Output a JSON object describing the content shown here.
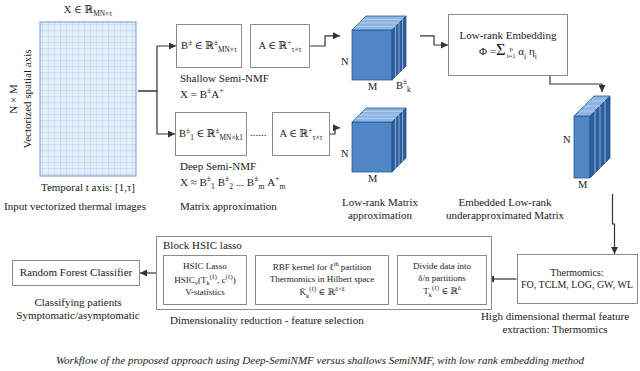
{
  "diagram": {
    "caption": "Workflow of the proposed approach using Deep-SemiNMF versus shallows SemiNMF, with low rank embedding method",
    "nodes": [
      {
        "text": [
          "X ∈ ℝ",
          "MN×τ"
        ]
      },
      {
        "text": [
          "B",
          "±",
          "∈ ℝ",
          "±",
          "MN×τ"
        ]
      },
      {
        "text": [
          "A ∈ ℝ",
          "+",
          "τ×τ"
        ]
      },
      {
        "text": [
          "B",
          "±",
          "1",
          "∈ ℝ",
          "±",
          "MN×k1"
        ]
      },
      {
        "text": [
          "A ∈ ℝ",
          "+",
          "τ×τ"
        ]
      },
      {
        "text": [
          "N",
          "M",
          "B",
          "±",
          "k"
        ]
      },
      {
        "text": [
          "N",
          "M"
        ]
      },
      {
        "text": [
          "Low-rank Embedding",
          "Φ =",
          "Σ",
          "p",
          "i=1",
          "α",
          "i",
          "η",
          "i"
        ]
      },
      {
        "text": [
          "N",
          "M"
        ]
      },
      {
        "text": [
          "Random Forest Classifier"
        ]
      },
      {
        "text": [
          "Block HSIC lasso"
        ]
      },
      {
        "text": [
          "HSIC Lasso",
          "HSIC",
          "v",
          "(T",
          "k",
          "(ℓ)",
          ", c",
          "(ℓ)",
          ")",
          "V-statistics"
        ],
        "in": 10
      },
      {
        "text": [
          "RBF kernel for ℓ",
          "th",
          "partition",
          "Thermomics in Hilbert space",
          "K̄",
          "k",
          "(ℓ)",
          "∈ ℝ",
          "δ×δ"
        ],
        "in": 10
      },
      {
        "text": [
          "Divide data into",
          "δ/n partitions",
          "T",
          "k",
          "(ℓ)",
          "∈ ℝ",
          "δ"
        ],
        "in": 10
      },
      {
        "text": [
          "Thermomics:",
          "FO, TCLM, LOG, GW, WL"
        ]
      }
    ],
    "edges": [
      {
        "from": 0,
        "to": 1,
        "arrow": "to"
      },
      {
        "from": 0,
        "to": 3,
        "arrow": "to"
      },
      {
        "from": 2,
        "to": 5,
        "arrow": "to"
      },
      {
        "from": 4,
        "to": 6,
        "arrow": "to"
      },
      {
        "from": 5,
        "to": 7,
        "arrow": "to"
      },
      {
        "from": 7,
        "to": 8,
        "arrow": "to"
      },
      {
        "from": 8,
        "to": 14,
        "arrow": "to"
      },
      {
        "from": 14,
        "to": 13,
        "arrow": "to"
      },
      {
        "from": 13,
        "to": 12,
        "arrow": "to"
      },
      {
        "from": 12,
        "to": 11,
        "arrow": "to"
      },
      {
        "from": 10,
        "to": 9,
        "arrow": "to"
      }
    ],
    "labels": [
      "N × M",
      "Vectorized spatial axis",
      "Temporal t axis: [1,τ]",
      "Input vectorized thermal images",
      "Shallow Semi-NMF",
      "X = B",
      "±",
      "A",
      "+",
      "Deep Semi-NMF",
      "X ≈ B",
      "±",
      "1",
      "B",
      "±",
      "2",
      "... B",
      "±",
      "m",
      "A",
      "+",
      "m",
      "......",
      "Matrix approximation",
      "Low-rank Matrix approximation",
      "Embedded Low-rank underapproximated Matrix",
      "High dimensional thermal feature extraction: Thermomics",
      "Dimensionality reduction - feature selection",
      "Classifying patients Symptomatic/asymptomatic"
    ]
  }
}
